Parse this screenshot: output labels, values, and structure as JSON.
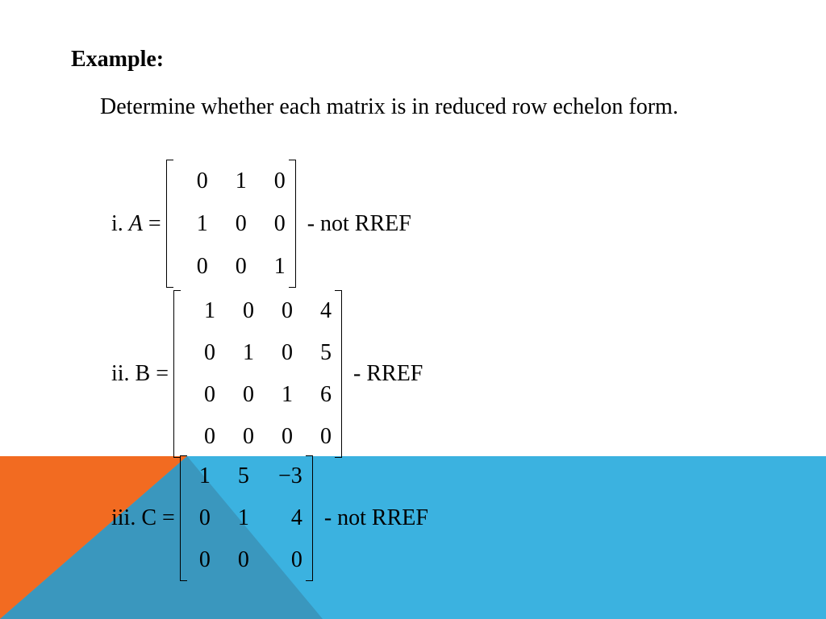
{
  "heading": "Example:",
  "intro": "Determine whether each matrix is in reduced row echelon form.",
  "matrices": [
    {
      "label_prefix": "i. ",
      "label_var": "A",
      "label_suffix": " =",
      "rows": [
        [
          "0",
          "1",
          "0"
        ],
        [
          "1",
          "0",
          "0"
        ],
        [
          "0",
          "0",
          "1"
        ]
      ],
      "result": "- not RREF"
    },
    {
      "label_prefix": "ii. B =",
      "label_var": "",
      "label_suffix": "",
      "rows": [
        [
          "1",
          "0",
          "0",
          "4"
        ],
        [
          "0",
          "1",
          "0",
          "5"
        ],
        [
          "0",
          "0",
          "1",
          "6"
        ],
        [
          "0",
          "0",
          "0",
          "0"
        ]
      ],
      "result": "- RREF"
    },
    {
      "label_prefix": "iii. C =",
      "label_var": "",
      "label_suffix": "",
      "rows": [
        [
          "1",
          "5",
          "−3"
        ],
        [
          "0",
          "1",
          "4"
        ],
        [
          "0",
          "0",
          "0"
        ]
      ],
      "result": "- not RREF"
    }
  ],
  "theme": {
    "orange": "#F26B21",
    "blue": "#3BB2E0",
    "overlap": "#3A97BE"
  }
}
